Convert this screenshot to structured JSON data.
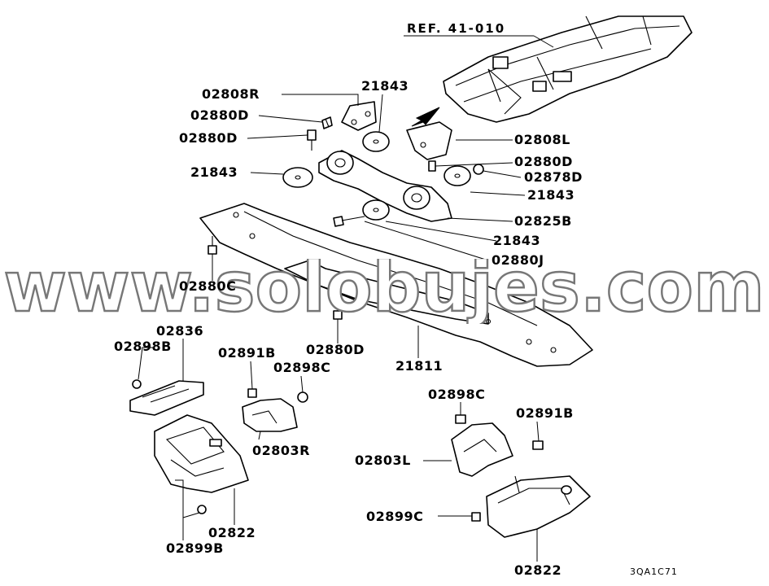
{
  "reference": {
    "text": "REF. 41-010"
  },
  "watermark": {
    "text": "www.solobujes.com"
  },
  "diagram_code": "3QA1C71",
  "labels": {
    "l_02808R": "02808R",
    "l_02880D_a": "02880D",
    "l_02880D_b": "02880D",
    "l_21843_top": "21843",
    "l_21843_left": "21843",
    "l_02808L": "02808L",
    "l_02880D_c": "02880D",
    "l_02878D": "02878D",
    "l_21843_right": "21843",
    "l_02825B": "02825B",
    "l_21843_mid": "21843",
    "l_02880J": "02880J",
    "l_02880C": "02880C",
    "l_02880D_d": "02880D",
    "l_21811": "21811",
    "l_02836": "02836",
    "l_02898B": "02898B",
    "l_02891B_a": "02891B",
    "l_02898C_a": "02898C",
    "l_02803R": "02803R",
    "l_02822_a": "02822",
    "l_02899B": "02899B",
    "l_02898C_b": "02898C",
    "l_02891B_b": "02891B",
    "l_02803L": "02803L",
    "l_02899C": "02899C",
    "l_02822_b": "02822"
  }
}
